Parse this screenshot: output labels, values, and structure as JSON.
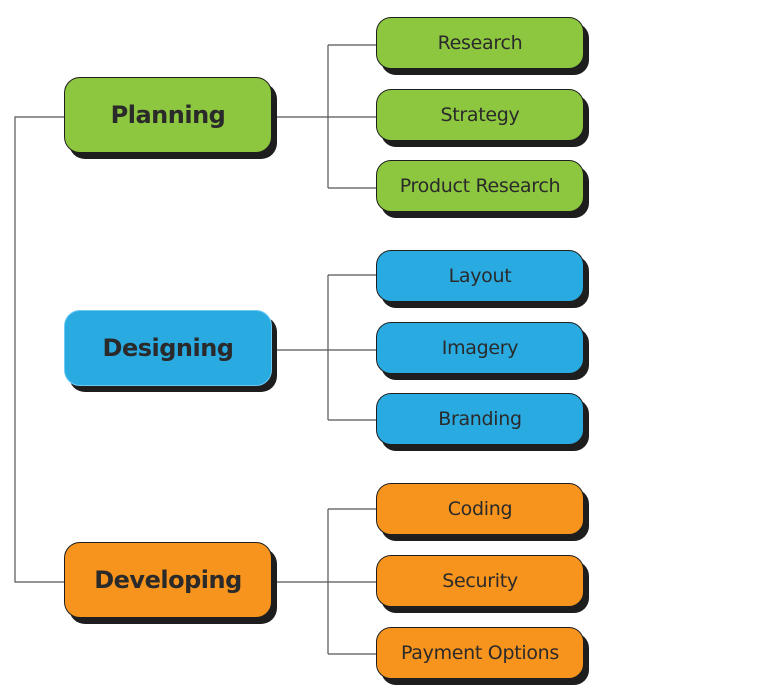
{
  "diagram": {
    "colors": {
      "planning": "#8dc63f",
      "designing": "#29abe2",
      "developing": "#f7941d",
      "outline": "#1e1e1e",
      "connector": "#555555"
    },
    "phases": [
      {
        "label": "Planning",
        "children": [
          "Research",
          "Strategy",
          "Product Research"
        ]
      },
      {
        "label": "Designing",
        "children": [
          "Layout",
          "Imagery",
          "Branding"
        ]
      },
      {
        "label": "Developing",
        "children": [
          "Coding",
          "Security",
          "Payment Options"
        ]
      }
    ]
  }
}
